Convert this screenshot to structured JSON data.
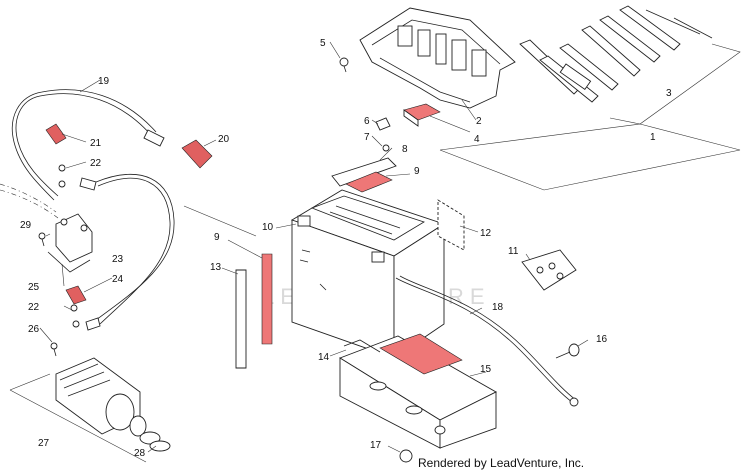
{
  "diagram": {
    "watermark": "LEADVENTURE",
    "footer": "Rendered by LeadVenture, Inc.",
    "callouts": [
      {
        "id": "c1",
        "text": "1"
      },
      {
        "id": "c2",
        "text": "2"
      },
      {
        "id": "c3",
        "text": "3"
      },
      {
        "id": "c4",
        "text": "4"
      },
      {
        "id": "c5",
        "text": "5"
      },
      {
        "id": "c6",
        "text": "6"
      },
      {
        "id": "c7",
        "text": "7"
      },
      {
        "id": "c8",
        "text": "8"
      },
      {
        "id": "c9a",
        "text": "9"
      },
      {
        "id": "c9b",
        "text": "9"
      },
      {
        "id": "c10",
        "text": "10"
      },
      {
        "id": "c11",
        "text": "11"
      },
      {
        "id": "c12",
        "text": "12"
      },
      {
        "id": "c13",
        "text": "13"
      },
      {
        "id": "c14",
        "text": "14"
      },
      {
        "id": "c15",
        "text": "15"
      },
      {
        "id": "c16",
        "text": "16"
      },
      {
        "id": "c17",
        "text": "17"
      },
      {
        "id": "c18",
        "text": "18"
      },
      {
        "id": "c19",
        "text": "19"
      },
      {
        "id": "c20",
        "text": "20"
      },
      {
        "id": "c21",
        "text": "21"
      },
      {
        "id": "c22a",
        "text": "22"
      },
      {
        "id": "c22b",
        "text": "22"
      },
      {
        "id": "c23",
        "text": "23"
      },
      {
        "id": "c24",
        "text": "24"
      },
      {
        "id": "c25",
        "text": "25"
      },
      {
        "id": "c26",
        "text": "26"
      },
      {
        "id": "c27",
        "text": "27"
      },
      {
        "id": "c28",
        "text": "28"
      },
      {
        "id": "c29",
        "text": "29"
      }
    ]
  }
}
